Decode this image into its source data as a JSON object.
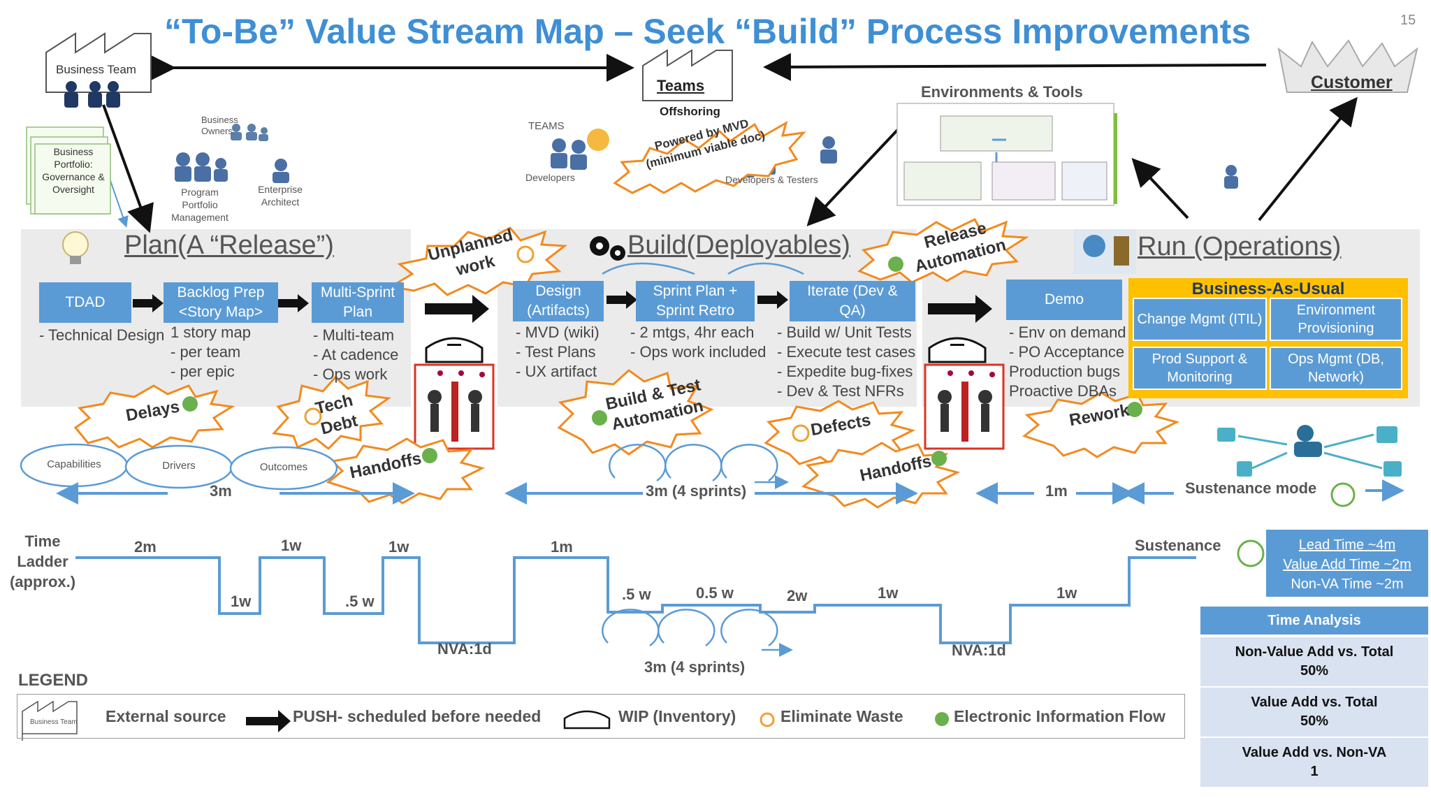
{
  "title": "“To-Be” Value Stream Map – Seek “Build” Process Improvements",
  "page_number": "15",
  "top": {
    "business_team": "Business Team",
    "teams": "Teams",
    "offshoring": "Offshoring",
    "customer": "Customer",
    "environments_tools": "Environments & Tools",
    "business_portfolio": "Business Portfolio: Governance & Oversight",
    "business_owners": "Business Owners",
    "program_portfolio": "Program Portfolio Management",
    "enterprise_architect": "Enterprise Architect",
    "teams_small": "TEAMS",
    "developers": "Developers",
    "developers_testers": "Developers & Testers",
    "powered_by_mvd": "Powered by MVD (minimum viable doc)"
  },
  "phases": {
    "plan": "Plan(A “Release”)",
    "build": "Build(Deployables)",
    "run": "Run (Operations)"
  },
  "plan_boxes": {
    "tdad": "TDAD",
    "backlog": "Backlog Prep <Story Map>",
    "multi": "Multi-Sprint Plan"
  },
  "plan_bullets": {
    "tdad": [
      "- Technical Design"
    ],
    "backlog": [
      "1 story map",
      "- per team",
      "- per epic"
    ],
    "multi": [
      "- Multi-team",
      "- At cadence",
      "- Ops work"
    ]
  },
  "build_boxes": {
    "design": "Design (Artifacts)",
    "sprint_plan": "Sprint Plan + Sprint Retro",
    "iterate": "Iterate (Dev & QA)"
  },
  "build_bullets": {
    "design": [
      "- MVD (wiki)",
      "- Test Plans",
      "- UX artifact"
    ],
    "sprint_plan": [
      "- 2 mtgs, 4hr each",
      "- Ops work included"
    ],
    "iterate": [
      "- Build w/ Unit Tests",
      "- Execute test cases",
      "- Expedite bug-fixes",
      "- Dev & Test NFRs"
    ]
  },
  "run_boxes": {
    "demo": "Demo",
    "bau_title": "Business-As-Usual",
    "change_mgmt": "Change Mgmt (ITIL)",
    "env_provisioning": "Environment Provisioning",
    "prod_support": "Prod Support & Monitoring",
    "ops_mgmt": "Ops Mgmt (DB, Network)"
  },
  "run_bullets": {
    "demo": [
      "- Env on demand",
      "- PO Acceptance",
      "Production bugs",
      "Proactive DBAs"
    ]
  },
  "bursts": {
    "unplanned": "Unplanned work",
    "release_automation": "Release Automation",
    "delays": "Delays",
    "tech_debt": "Tech Debt",
    "build_test": "Build & Test Automation",
    "defects": "Defects",
    "rework": "Rework",
    "handoffs": "Handoffs"
  },
  "ellipses": {
    "capabilities": "Capabilities",
    "drivers": "Drivers",
    "outcomes": "Outcomes"
  },
  "durations": {
    "plan": "3m",
    "build": "3m (4 sprints)",
    "run": "1m",
    "sustenance_mode": "Sustenance mode"
  },
  "ladder": {
    "label": "Time Ladder (approx.)",
    "values": [
      "2m",
      "1w",
      "1w",
      ".5 w",
      "1w",
      "NVA:1d",
      "1m",
      ".5 w",
      "0.5 w",
      "2w",
      "1w",
      "NVA:1d",
      "1w",
      "Sustenance"
    ],
    "sprints": "3m (4 sprints)"
  },
  "lead": {
    "lead_time": "Lead Time ~4m",
    "value_add": "Value Add Time ~2m",
    "non_va": "Non-VA Time ~2m"
  },
  "time_analysis": {
    "header": "Time Analysis",
    "rows": [
      {
        "label": "Non-Value Add vs. Total",
        "value": "50%"
      },
      {
        "label": "Value Add vs. Total",
        "value": "50%"
      },
      {
        "label": "Value Add vs. Non-VA",
        "value": "1"
      }
    ]
  },
  "legend": {
    "title": "LEGEND",
    "factory_text": "Business Team",
    "external": "External source",
    "push": "PUSH- scheduled before needed",
    "wip": "WIP (Inventory)",
    "eliminate": "Eliminate Waste",
    "electronic": "Electronic Information Flow"
  },
  "colors": {
    "title": "#3f8fd4",
    "box_blue": "#5b9bd5",
    "bau_yellow": "#ffc000",
    "burst_orange": "#f28a1e",
    "green": "#6ab04c",
    "ladder": "#5b9bd5"
  }
}
